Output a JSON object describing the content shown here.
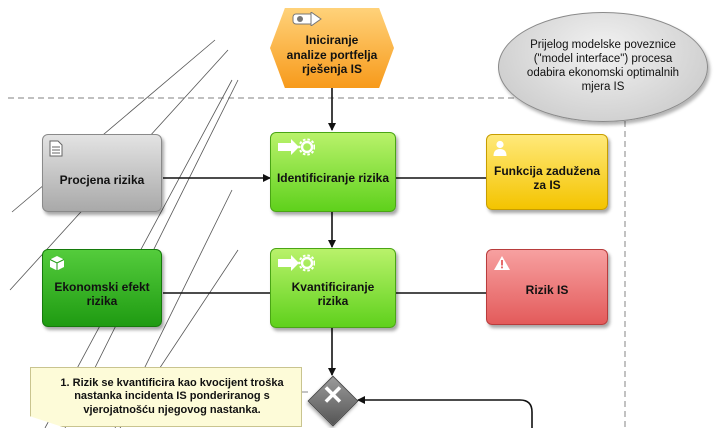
{
  "diagram": {
    "start_event": "Iniciranje analize portfelja rješenja IS",
    "annotation_ellipse": "Prijelog modelske poveznice (\"model interface\") procesa odabira ekonomski optimalnih mjera IS",
    "procjena": "Procjena rizika",
    "identificiranje": "Identificiranje rizika",
    "funkcija": "Funkcija zadužena za IS",
    "ekonomski": "Ekonomski efekt rizika",
    "kvantificiranje": "Kvantificiranje rizika",
    "rizik_is": "Rizik IS",
    "note": "1. Rizik se kvantificira kao kvocijent troška nastanka incidenta IS ponderiranog s vjerojatnošću njegovog nastanka."
  },
  "colors": {
    "function_green": "#7fe03a",
    "event_orange": "#f7a52b",
    "info_gray": "#bdbdbd",
    "org_yellow": "#f7d21c",
    "risk_red": "#ea7070",
    "output_dark_green": "#2fb41f",
    "gateway_gray": "#777777",
    "note_yellow": "#fdfbd8"
  },
  "icons": {
    "event": "arrow-right-icon",
    "function": "gear-arrow-icon",
    "document": "document-icon",
    "person": "person-icon",
    "cube": "cube-icon",
    "warning": "warning-icon",
    "gateway": "xor-gateway-icon"
  }
}
